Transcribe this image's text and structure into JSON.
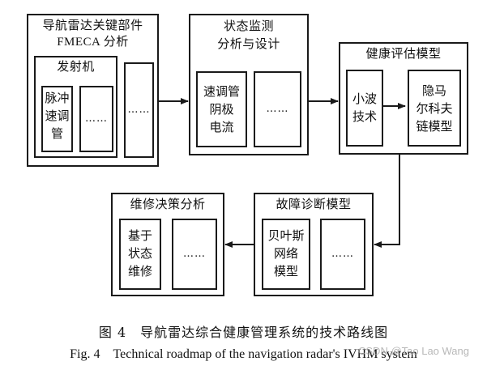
{
  "box1": {
    "title_lines": [
      "导航雷达关键部件",
      "FMECA 分析"
    ],
    "group_label": "发射机",
    "inner_lines": [
      "脉冲",
      "速调",
      "管"
    ],
    "dots_a": "……",
    "dots_b": "……"
  },
  "box2": {
    "title_lines": [
      "状态监测",
      "分析与设计"
    ],
    "inner_lines": [
      "速调管",
      "阴极",
      "电流"
    ],
    "dots": "……"
  },
  "box3": {
    "title": "健康评估模型",
    "left_lines": [
      "小波",
      "技术"
    ],
    "right_lines": [
      "隐马",
      "尔科夫",
      "链模型"
    ]
  },
  "box4": {
    "title": "故障诊断模型",
    "inner_lines": [
      "贝叶斯",
      "网络",
      "模型"
    ],
    "dots": "……"
  },
  "box5": {
    "title": "维修决策分析",
    "inner_lines": [
      "基于",
      "状态",
      "维修"
    ],
    "dots": "……"
  },
  "caption": {
    "cn": "图 4　导航雷达综合健康管理系统的技术路线图",
    "en": "Fig. 4　Technical roadmap of the navigation radar's IVHM system"
  },
  "watermark": "CSDN @Tao Lao Wang"
}
